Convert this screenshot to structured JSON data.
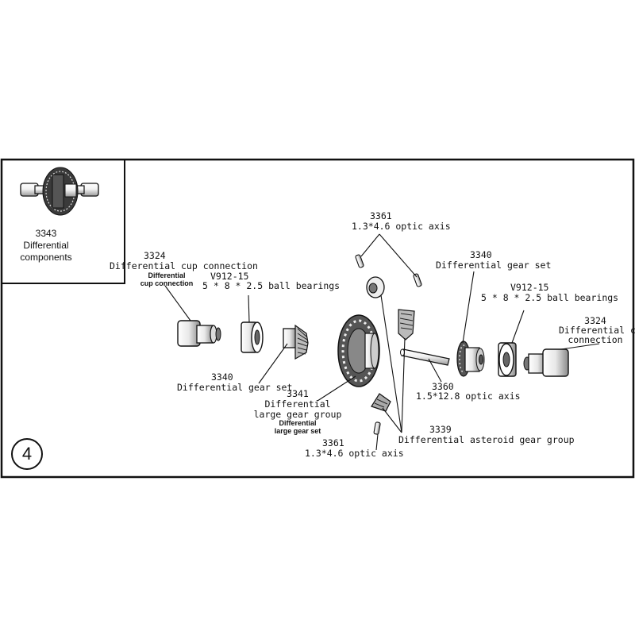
{
  "step_number": "4",
  "inset": {
    "part_number": "3343",
    "name_line1": "Differential",
    "name_line2": "components"
  },
  "parts": {
    "cup_left": {
      "number": "3324",
      "name": "Differential cup connection",
      "alt_line1": "Differential",
      "alt_line2": "cup connection"
    },
    "bearing_left": {
      "number": "V912-15",
      "spec": "5 * 8 * 2.5 ball bearings"
    },
    "gearset_left": {
      "number": "3340",
      "name": "Differential gear set"
    },
    "large_gear": {
      "number": "3341",
      "name_line1": "Differential",
      "name_line2": "large gear group",
      "alt_line1": "Differential",
      "alt_line2": "large gear set"
    },
    "axis_top": {
      "number": "3361",
      "spec": "1.3*4.6 optic axis"
    },
    "axis_bottom": {
      "number": "3361",
      "spec": "1.3*4.6 optic axis"
    },
    "axis_long": {
      "number": "3360",
      "spec": "1.5*12.8 optic axis"
    },
    "asteroid": {
      "number": "3339",
      "name": "Differential asteroid gear group"
    },
    "gearset_right": {
      "number": "3340",
      "name": "Differential gear set"
    },
    "bearing_right": {
      "number": "V912-15",
      "spec": "5 * 8 * 2.5 ball bearings"
    },
    "cup_right": {
      "number": "3324",
      "name_line1": "Differential cup",
      "name_line2": "connection"
    }
  }
}
